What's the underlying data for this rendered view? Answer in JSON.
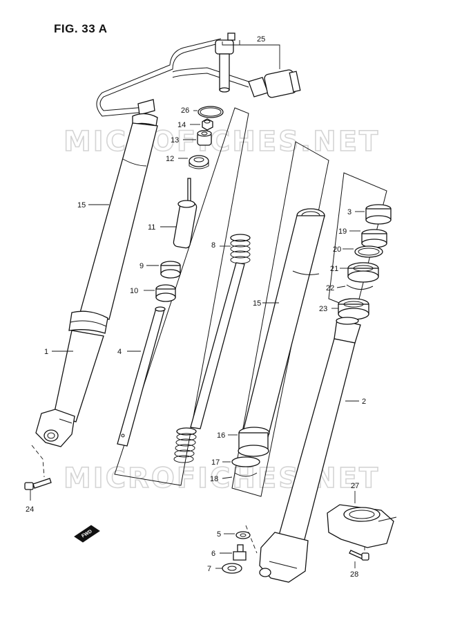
{
  "figure": {
    "title": "FIG. 33 A"
  },
  "watermark": {
    "top": "MICROFICHES.NET",
    "bottom": "MICROFICHES.NET"
  },
  "fwd_badge": "FWD",
  "callouts": [
    {
      "id": "c25",
      "text": "25"
    },
    {
      "id": "c26",
      "text": "26"
    },
    {
      "id": "c14",
      "text": "14"
    },
    {
      "id": "c13",
      "text": "13"
    },
    {
      "id": "c12",
      "text": "12"
    },
    {
      "id": "c15a",
      "text": "15"
    },
    {
      "id": "c11",
      "text": "11"
    },
    {
      "id": "c8",
      "text": "8"
    },
    {
      "id": "c9",
      "text": "9"
    },
    {
      "id": "c10",
      "text": "10"
    },
    {
      "id": "c1",
      "text": "1"
    },
    {
      "id": "c4",
      "text": "4"
    },
    {
      "id": "c15b",
      "text": "15"
    },
    {
      "id": "c3",
      "text": "3"
    },
    {
      "id": "c19",
      "text": "19"
    },
    {
      "id": "c20",
      "text": "20"
    },
    {
      "id": "c21",
      "text": "21"
    },
    {
      "id": "c22",
      "text": "22"
    },
    {
      "id": "c23",
      "text": "23"
    },
    {
      "id": "c2",
      "text": "2"
    },
    {
      "id": "c16",
      "text": "16"
    },
    {
      "id": "c17",
      "text": "17"
    },
    {
      "id": "c18",
      "text": "18"
    },
    {
      "id": "c24",
      "text": "24"
    },
    {
      "id": "c27",
      "text": "27"
    },
    {
      "id": "c5",
      "text": "5"
    },
    {
      "id": "c6",
      "text": "6"
    },
    {
      "id": "c7",
      "text": "7"
    },
    {
      "id": "c28",
      "text": "28"
    }
  ]
}
